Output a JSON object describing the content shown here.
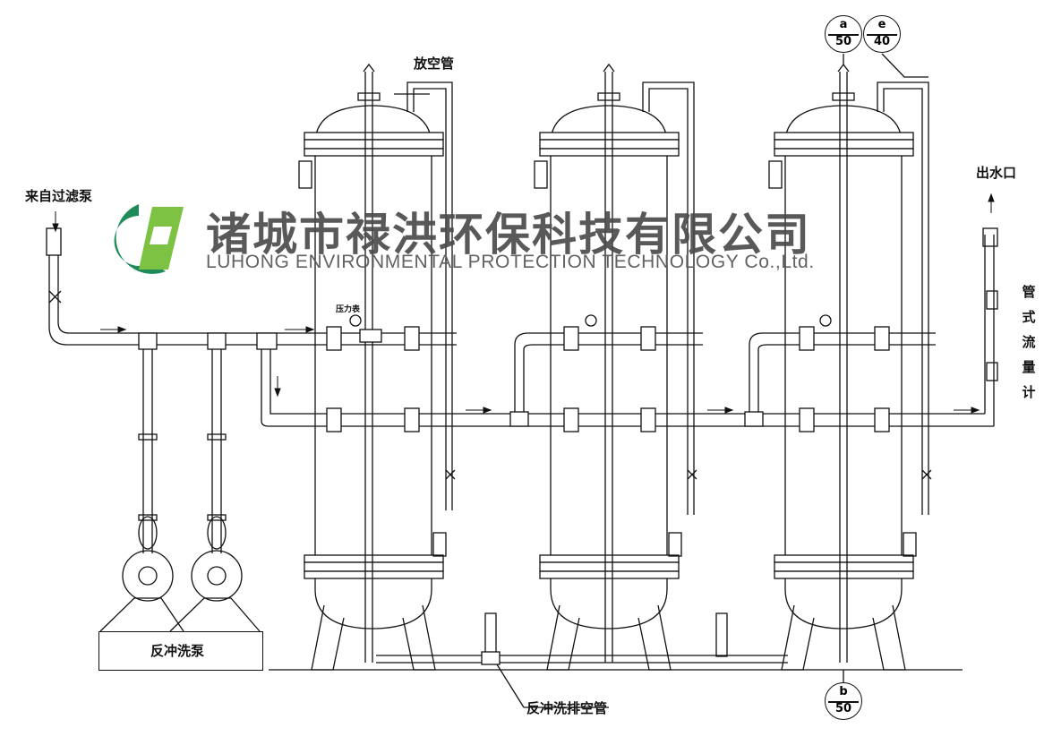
{
  "labels": {
    "from_filter_pump": "来自过滤泵",
    "vent_pipe": "放空管",
    "outlet": "出水口",
    "pressure_gauge": "压力表",
    "backwash_pump": "反冲洗泵",
    "backwash_drain": "反冲洗排空管",
    "flowmeter_chars": [
      "管",
      "式",
      "流",
      "量",
      "计"
    ]
  },
  "bubbles": {
    "a": {
      "top": "a",
      "bottom": "50"
    },
    "e": {
      "top": "e",
      "bottom": "40"
    },
    "b": {
      "top": "b",
      "bottom": "50"
    }
  },
  "watermark": {
    "name_cn": "诸城市禄洪环保科技有限公司",
    "name_en": "LUHONG ENVIRONMENTAL PROTECTION TECHNOLOGY Co.,Ltd.",
    "logo_colors": [
      "#1f8a5a",
      "#7dc242",
      "#2f6fa0"
    ]
  },
  "tanks": [
    {
      "id": "tank-1"
    },
    {
      "id": "tank-2"
    },
    {
      "id": "tank-3"
    }
  ]
}
